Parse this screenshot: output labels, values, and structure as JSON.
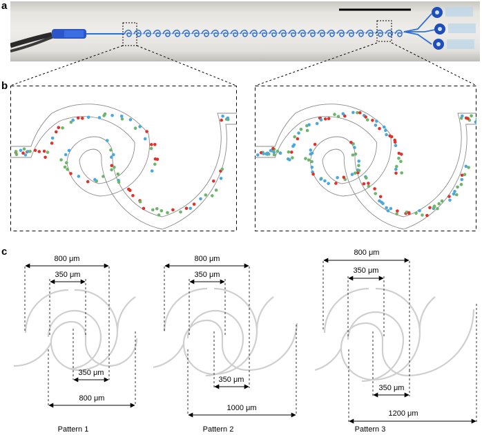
{
  "panels": {
    "a": "a",
    "b": "b",
    "c": "c"
  },
  "patterns": [
    {
      "name": "Pattern 1",
      "outer_top": "800 μm",
      "inner_top": "350 μm",
      "inner_bottom": "350 μm",
      "outer_bottom": "800 μm"
    },
    {
      "name": "Pattern 2",
      "outer_top": "800 μm",
      "inner_top": "350 μm",
      "inner_bottom": "350 μm",
      "outer_bottom": "1000 μm"
    },
    {
      "name": "Pattern 3",
      "outer_top": "800 μm",
      "inner_top": "350 μm",
      "inner_bottom": "350 μm",
      "outer_bottom": "1200 μm"
    }
  ],
  "colors": {
    "particle_red": "#e0312b",
    "particle_green": "#6db56a",
    "particle_blue": "#4aa8dc",
    "channel_blue": "#2e6fd6",
    "channel_outline": "#8a8a8a",
    "pattern_gray": "#cfcfcf"
  }
}
